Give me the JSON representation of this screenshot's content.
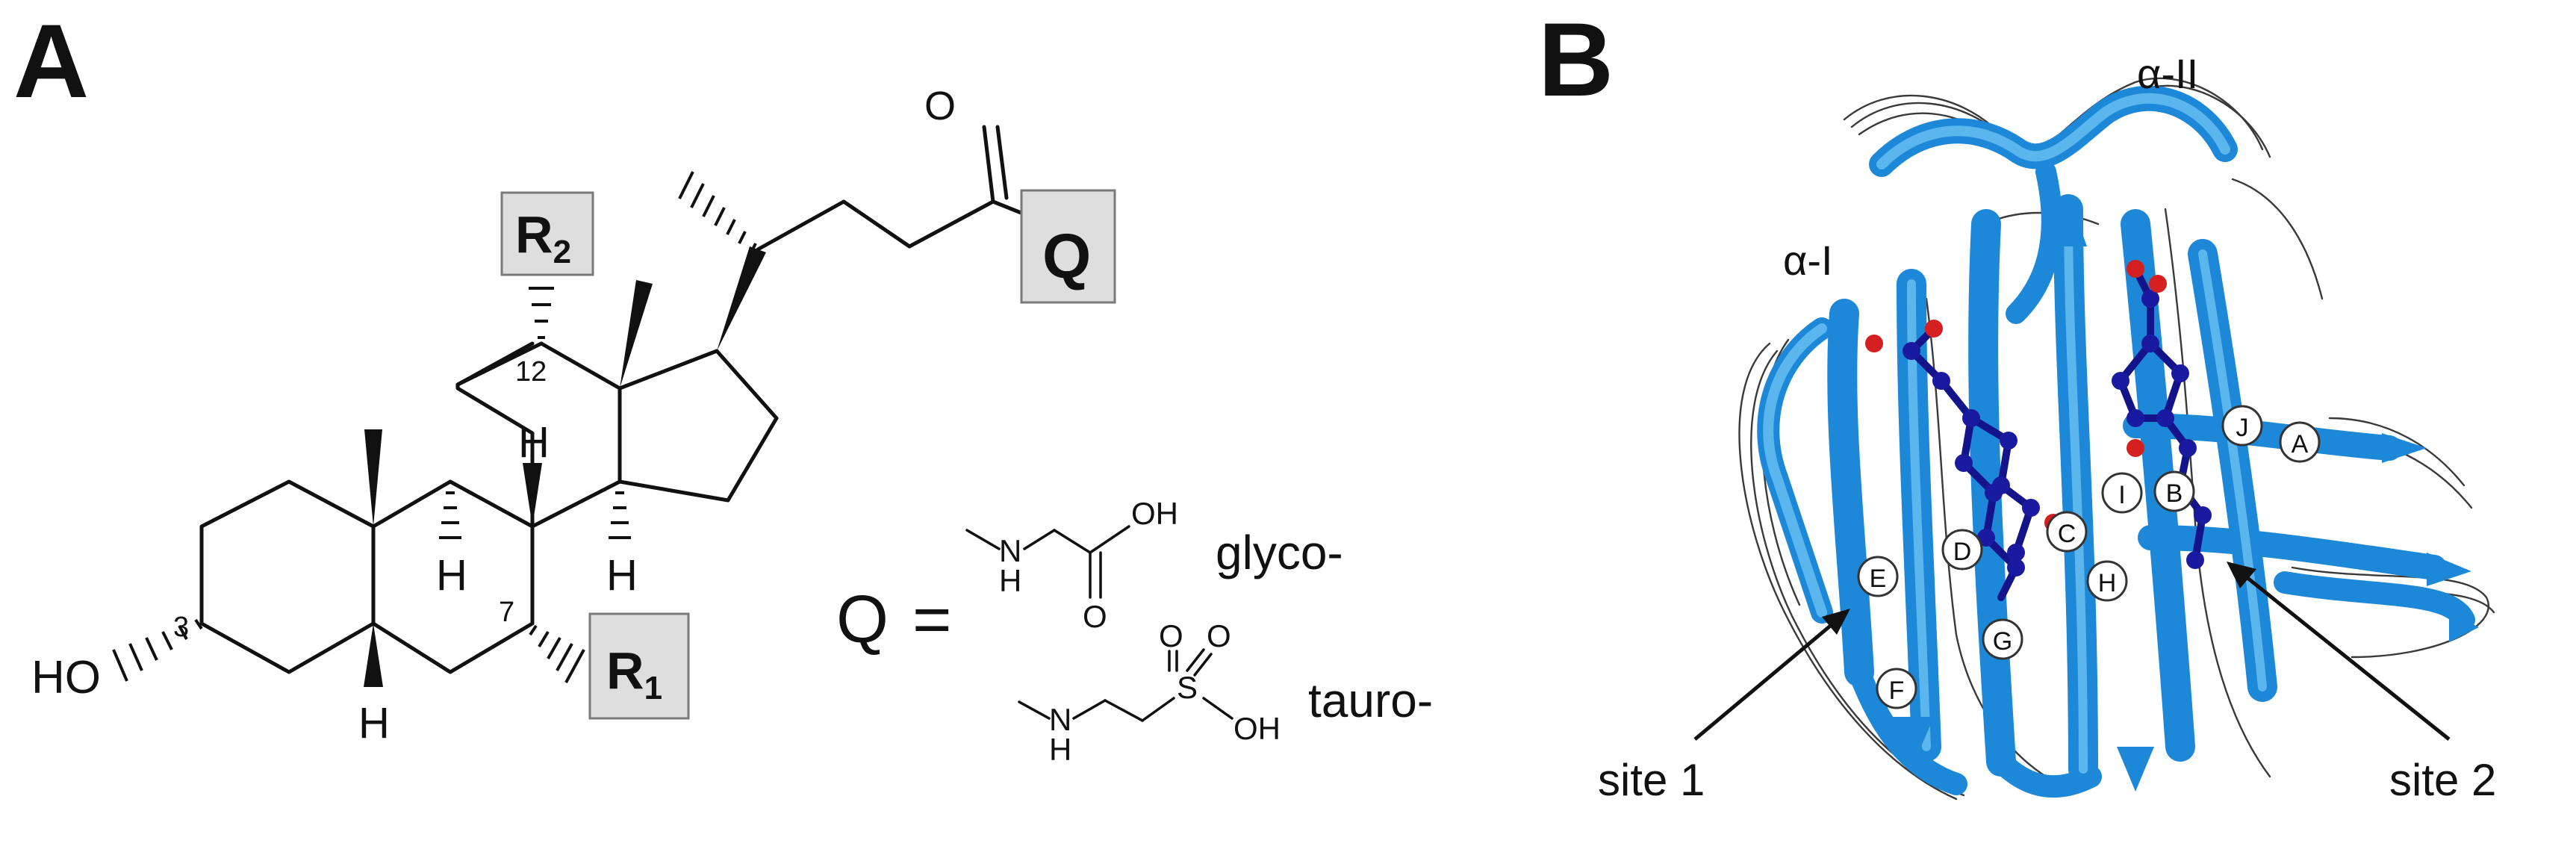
{
  "panel_a": {
    "label": "A",
    "r1": "R",
    "r1_sub": "1",
    "r2": "R",
    "r2_sub": "2",
    "q_box": "Q",
    "ho": "HO",
    "carbon_numbers": [
      "3",
      "7",
      "12"
    ],
    "hydrogens": [
      "H",
      "H",
      "H",
      "H"
    ],
    "oxygen": "O",
    "q_equation": {
      "q": "Q",
      "equals": "="
    },
    "glyco": {
      "name": "glyco-",
      "nh": "N",
      "h": "H",
      "o_top": "OH",
      "o_bottom": "O"
    },
    "tauro": {
      "name": "tauro-",
      "nh": "N",
      "h": "H",
      "s": "S",
      "o1": "O",
      "o2": "O",
      "oh": "OH"
    }
  },
  "panel_b": {
    "label": "B",
    "helix_1": "α-I",
    "helix_2": "α-II",
    "site_1": "site 1",
    "site_2": "site 2",
    "strands": [
      "A",
      "B",
      "C",
      "D",
      "E",
      "F",
      "G",
      "H",
      "I",
      "J"
    ],
    "colors": {
      "ribbon": "#1e88d8",
      "ribbon_light": "#5cb6ee",
      "ligand": "#14148a",
      "oxygen": "#d42020",
      "trace": "#3a3a3a"
    }
  }
}
